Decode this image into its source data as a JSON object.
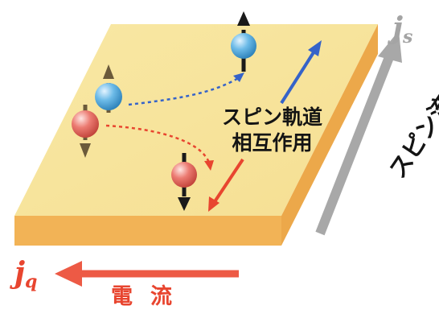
{
  "labels": {
    "spin_orbit_line1": "スピン軌道",
    "spin_orbit_line2": "相互作用",
    "spin_current": "スピン流",
    "charge_current": "電流",
    "js_symbol": "j",
    "js_subscript": "s",
    "jq_symbol": "j",
    "jq_subscript": "q"
  },
  "colors": {
    "slab_top": "#f7e6a0",
    "slab_side": "#f2b356",
    "spin_up_electron": "#5aafe0",
    "spin_down_electron": "#e86a62",
    "blue_arrow": "#3563c9",
    "red_arrow": "#e8452f",
    "spin_current_arrow": "#a8a8a8",
    "spin_arrow": "#1a1a1a"
  }
}
